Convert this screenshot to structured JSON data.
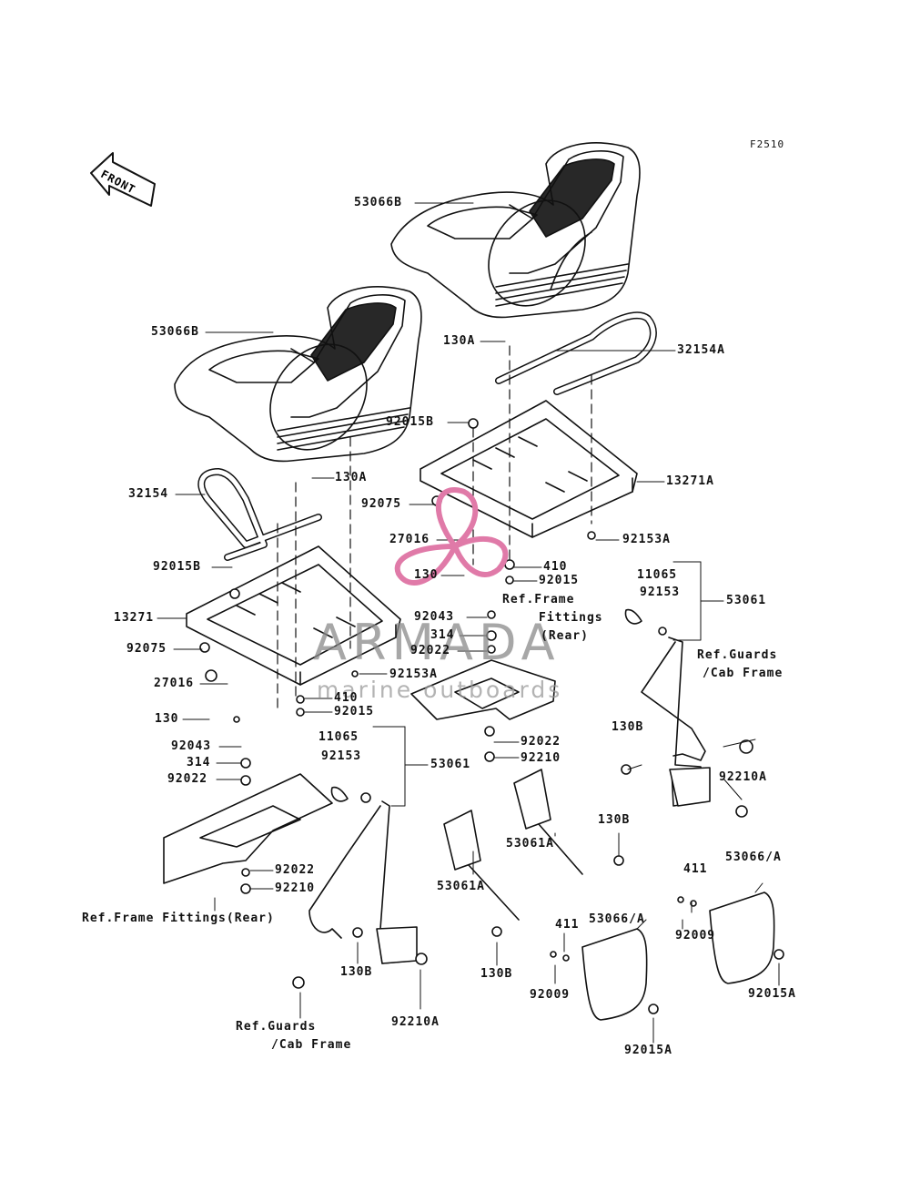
{
  "figure_code": "F2510",
  "front_label": "FRONT",
  "watermark": {
    "brand": "ARMADA",
    "tagline": "marine outboards",
    "accent": "#e07aa8"
  },
  "parts": {
    "p53066B_top": "53066B",
    "p53066B_left": "53066B",
    "p130A_top": "130A",
    "p32154A": "32154A",
    "p92015B_right": "92015B",
    "p13271A": "13271A",
    "p130A_mid": "130A",
    "p32154": "32154",
    "p92075_right": "92075",
    "p27016_right": "27016",
    "p92153A_right": "92153A",
    "p92015B_left": "92015B",
    "p410_right": "410",
    "p130_right": "130",
    "p92015_right": "92015",
    "p11065_right": "11065",
    "p92153_right": "92153",
    "p53061_right": "53061",
    "p13271": "13271",
    "p92043_right": "92043",
    "p314_right": "314",
    "p92075_left": "92075",
    "p92022_mid": "92022",
    "p92153A_left": "92153A",
    "p27016_left": "27016",
    "p410_left": "410",
    "p92015_left": "92015",
    "p130_left": "130",
    "p130B_right": "130B",
    "p92210A_right": "92210A",
    "p11065_left": "11065",
    "p92153_left": "92153",
    "p53061_left": "53061",
    "p92022_right1": "92022",
    "p92210_right": "92210",
    "p92043_left": "92043",
    "p314_left": "314",
    "p92022_left1": "92022",
    "p130B_mid": "130B",
    "p53061A_right": "53061A",
    "p53061A_left": "53061A",
    "p92022_left2": "92022",
    "p92210_left": "92210",
    "p411_right": "411",
    "p53066A_right": "53066/A",
    "p92009_right": "92009",
    "p92015A_right": "92015A",
    "p411_mid": "411",
    "p53066A_mid": "53066/A",
    "p130B_left": "130B",
    "p130B_low": "130B",
    "p92009_mid": "92009",
    "p92210A_left": "92210A",
    "p92015A_mid": "92015A"
  },
  "references": {
    "frame_fittings_rear_right_1": "Ref.Frame",
    "frame_fittings_rear_right_2": "Fittings",
    "frame_fittings_rear_right_3": "(Rear)",
    "guards_cab_right_1": "Ref.Guards",
    "guards_cab_right_2": "/Cab Frame",
    "frame_fittings_rear_left": "Ref.Frame Fittings(Rear)",
    "guards_cab_left_1": "Ref.Guards",
    "guards_cab_left_2": "/Cab Frame"
  }
}
